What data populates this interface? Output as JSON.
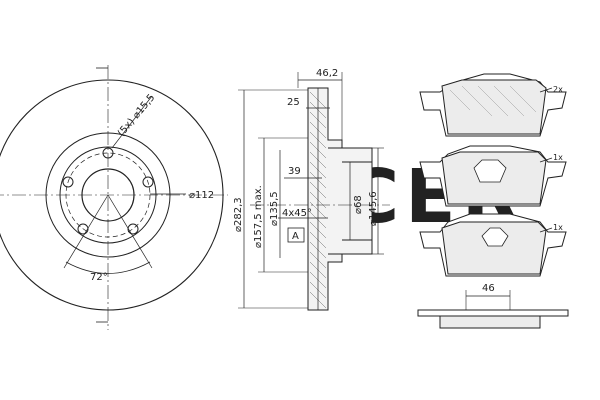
{
  "watermark": {
    "text": "ICER",
    "color": "#d9d9d9"
  },
  "colors": {
    "line": "#222222",
    "hatch": "#666666",
    "fill": "#e6e6e6",
    "pad_fill": "#ececec"
  },
  "disc_front": {
    "bolt_holes": "(5x) ⌀15,5",
    "pcd": "⌀112",
    "angle": "72°"
  },
  "disc_section": {
    "width_total": "46,2",
    "depth": "25",
    "height_hub": "39",
    "outer_diameter": "⌀282,3",
    "max_diameter": "⌀157,5 max.",
    "bore_diameter": "⌀135,5",
    "chamfer": "4x45°",
    "label_a": "A",
    "center_diameter": "⌀68",
    "hub_diameter": "⌀145,6"
  },
  "pads": [
    {
      "qty": "2x"
    },
    {
      "qty": "1x"
    },
    {
      "qty": "1x"
    }
  ],
  "pad_side": {
    "thickness": "46"
  }
}
